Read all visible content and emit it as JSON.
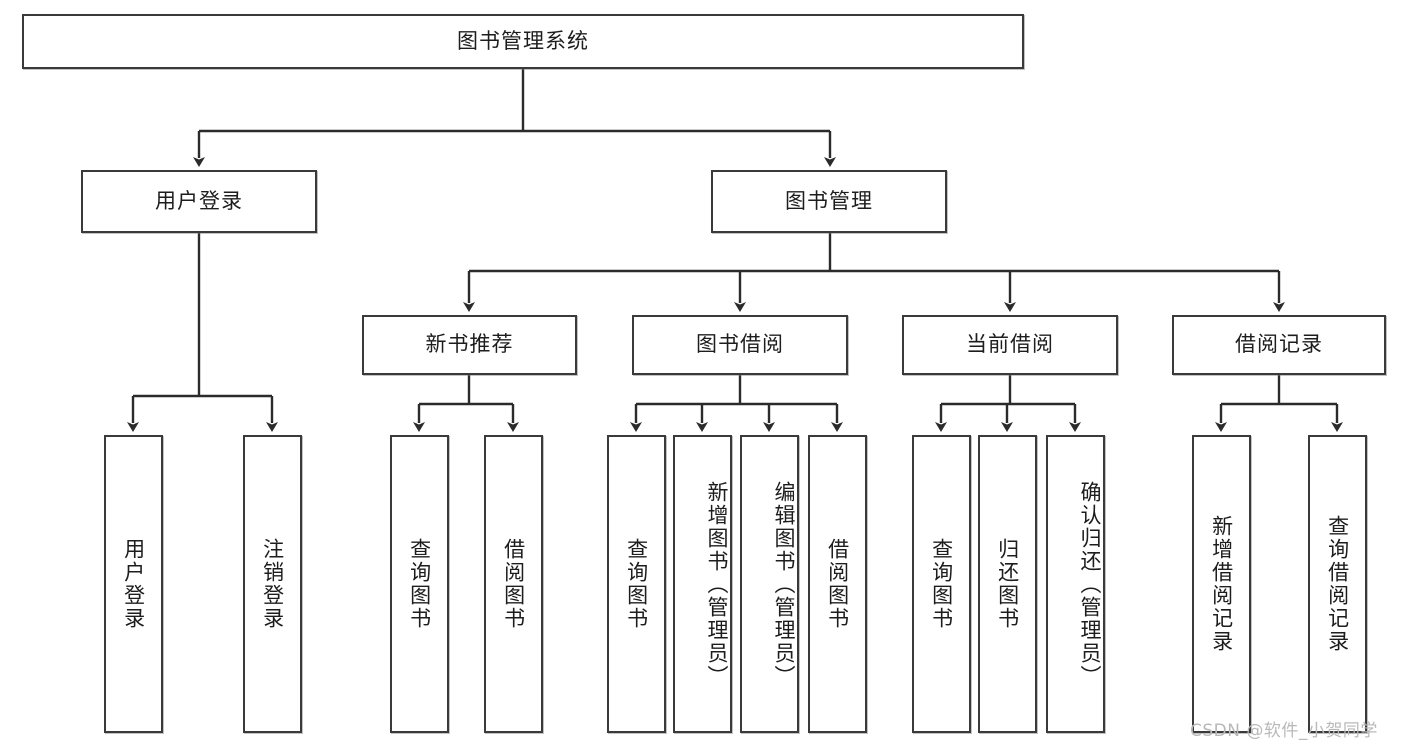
{
  "diagram": {
    "title": "图书管理系统",
    "type": "hierarchy-tree",
    "watermark": "CSDN @软件_小贺同学",
    "colors": {
      "box_border": "#3a3a3a",
      "box_fill": "#ffffff",
      "link": "#2b2b2b",
      "text": "#1d1d1d",
      "watermark": "#b9b9b9",
      "background": "#ffffff"
    },
    "root": {
      "label": "图书管理系统",
      "orientation": "horizontal"
    },
    "level2": [
      {
        "label": "用户登录",
        "orientation": "horizontal"
      },
      {
        "label": "图书管理",
        "orientation": "horizontal"
      }
    ],
    "level3": [
      {
        "label": "新书推荐",
        "orientation": "horizontal"
      },
      {
        "label": "图书借阅",
        "orientation": "horizontal"
      },
      {
        "label": "当前借阅",
        "orientation": "horizontal"
      },
      {
        "label": "借阅记录",
        "orientation": "horizontal"
      }
    ],
    "leaves": {
      "user_login": [
        {
          "label": "用户登录",
          "orientation": "vertical"
        },
        {
          "label": "注销登录",
          "orientation": "vertical"
        }
      ],
      "new_book_recommend": [
        {
          "label": "查询图书",
          "orientation": "vertical"
        },
        {
          "label": "借阅图书",
          "orientation": "vertical"
        }
      ],
      "book_borrow": [
        {
          "label": "查询图书",
          "orientation": "vertical"
        },
        {
          "label": "新增图书（管理员）",
          "orientation": "vertical"
        },
        {
          "label": "编辑图书（管理员）",
          "orientation": "vertical"
        },
        {
          "label": "借阅图书",
          "orientation": "vertical"
        }
      ],
      "current_borrow": [
        {
          "label": "查询图书",
          "orientation": "vertical"
        },
        {
          "label": "归还图书",
          "orientation": "vertical"
        },
        {
          "label": "确认归还（管理员）",
          "orientation": "vertical"
        }
      ],
      "borrow_record": [
        {
          "label": "新增借阅记录",
          "orientation": "vertical"
        },
        {
          "label": "查询借阅记录",
          "orientation": "vertical"
        }
      ]
    }
  }
}
